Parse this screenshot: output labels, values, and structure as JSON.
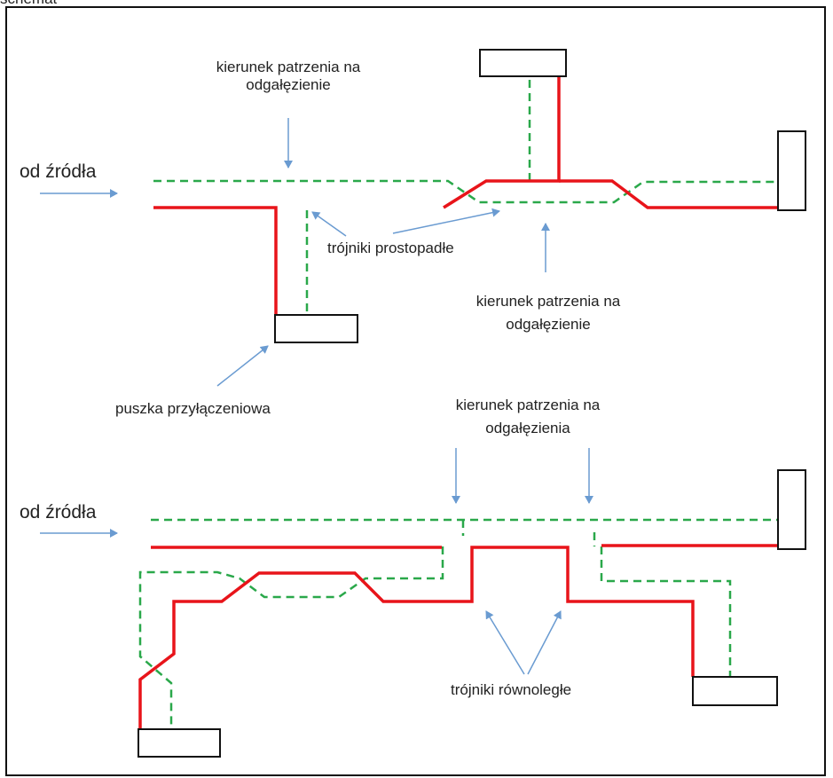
{
  "header_fragment": "schemat",
  "top_diagram": {
    "source_label": "od źródła",
    "view_direction_top": "kierunek patrzenia na odgałęzienie",
    "view_direction_top_line1": "kierunek patrzenia na",
    "view_direction_top_line2": "odgałęzienie",
    "tees_label": "trójniki prostopadłe",
    "view_direction_right_line1": "kierunek patrzenia na",
    "view_direction_right_line2": "odgałęzienie",
    "junction_box_label": "puszka przyłączeniowa"
  },
  "bottom_diagram": {
    "source_label": "od źródła",
    "view_direction_line1": "kierunek patrzenia na",
    "view_direction_line2": "odgałęzienia",
    "tees_label": "trójniki równoległe"
  },
  "colors": {
    "red_line": "#e8141a",
    "green_dashed": "#2aa84a",
    "arrow": "#6a9bd1",
    "box_border": "#111111"
  }
}
